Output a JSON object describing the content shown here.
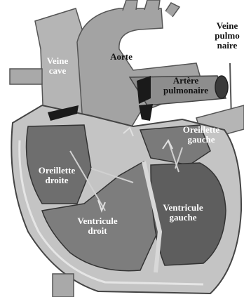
{
  "labels": {
    "veine_cave": [
      "Veine",
      "cave"
    ],
    "aorte": "Aorte",
    "artere_pulmonaire": [
      "Artère",
      "pulmonaire"
    ],
    "veine_pulmonaire": [
      "Veine",
      "pulmo",
      "naire"
    ],
    "oreillette_gauche": [
      "Oreillette",
      "gauche"
    ],
    "oreillette_droite": [
      "Oreillette",
      "droite"
    ],
    "ventricule_gauche": [
      "Ventricule",
      "gauche"
    ],
    "ventricule_droit": [
      "Ventricule",
      "droit"
    ]
  },
  "colors": {
    "outer_tissue": "#c4c4c4",
    "chamber": "#7a7a7a",
    "dark_chamber": "#4e4e4e",
    "vessel": "#a9a9a9",
    "background": "#ffffff"
  }
}
